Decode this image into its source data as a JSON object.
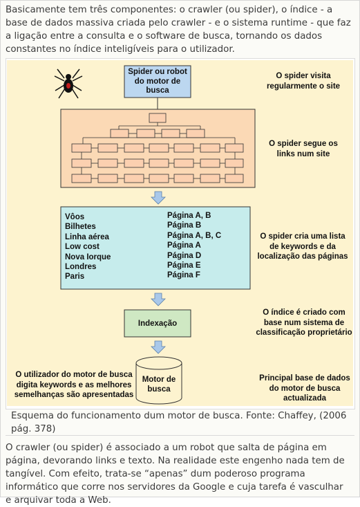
{
  "intro_text": "Basicamente tem três componentes: o crawler (ou spider), o índice - a base de dados massiva criada pelo crawler - e o sistema runtime - que faz a ligação entre a consulta e o software de busca, tornando os dados constantes no índice inteligíveis para o utilizador.",
  "diagram": {
    "spider_box": "Spider ou robot do motor de busca",
    "note_visit": "O spider visita regularmente o site",
    "note_follow": "O spider segue os links num site",
    "keywords": [
      "Vôos",
      "Bilhetes",
      "Linha aérea",
      "Low cost",
      "Nova Iorque",
      "Londres",
      "Paris"
    ],
    "pages": [
      "Página A, B",
      "Página B",
      "Página A, B, C",
      "Página A",
      "Página D",
      "Página E",
      "Página F"
    ],
    "note_list": "O spider cria uma lista de keywords e da localização das páginas",
    "indexing_box": "Indexação",
    "note_index": "O índice é criado com base num sistema de classificação proprietário",
    "user_note": "O utilizador do motor de busca digita keywords e as melhores semelhanças são apresentadas",
    "db_label": "Motor de busca",
    "db_note": "Principal base de dados do motor de busca actualizada",
    "colors": {
      "blue_box": "#bcd7f0",
      "orange_panel": "#fbd9b5",
      "link_box": "#fbd0b0",
      "teal_panel": "#c6ecec",
      "green_box": "#cfe8c3",
      "arrow": "#a9c8ea",
      "figure_bg": "#fdf3cf"
    }
  },
  "caption": "Esquema do funcionamento dum motor de busca. Fonte: Chaffey, (2006 pág. 378)",
  "outro_text": "O crawler (ou spider) é associado a um robot que salta de página em página, devorando links e texto. Na realidade este engenho nada tem de tangível. Com efeito, trata-se “apenas” dum poderoso programa informático que corre nos servidores da Google e cuja tarefa é vasculhar e arquivar toda a Web."
}
